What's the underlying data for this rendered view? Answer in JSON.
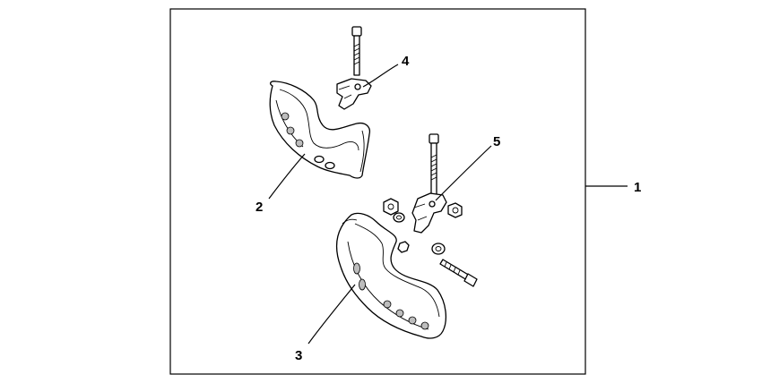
{
  "diagram": {
    "callouts": [
      {
        "id": "1",
        "label": "1"
      },
      {
        "id": "2",
        "label": "2"
      },
      {
        "id": "3",
        "label": "3"
      },
      {
        "id": "4",
        "label": "4"
      },
      {
        "id": "5",
        "label": "5"
      }
    ],
    "colors": {
      "line": "#000000",
      "background": "#ffffff",
      "shade": "#bdbdbd"
    }
  }
}
